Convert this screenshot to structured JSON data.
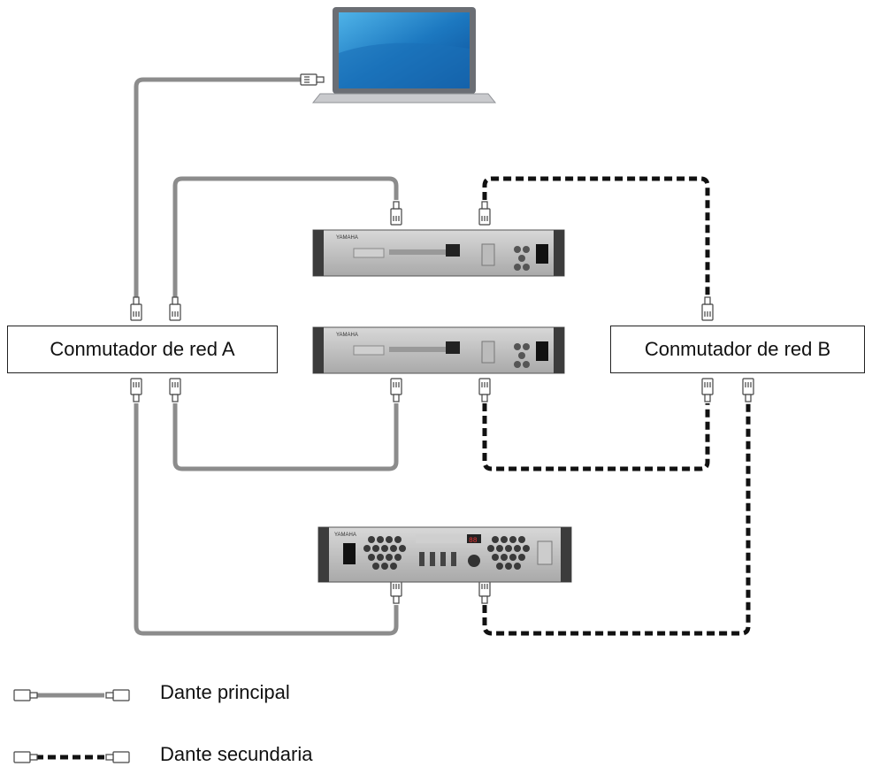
{
  "switches": {
    "a": {
      "label": "Conmutador de red A"
    },
    "b": {
      "label": "Conmutador de red B"
    }
  },
  "devices": {
    "rack_top": {
      "brand": "YAMAHA"
    },
    "rack_middle": {
      "brand": "YAMAHA"
    },
    "amplifier": {
      "brand": "YAMAHA",
      "display": "88"
    }
  },
  "legend": {
    "primary": {
      "label": "Dante principal",
      "style": "solid",
      "color": "#8c8c8c"
    },
    "secondary": {
      "label": "Dante secundaria",
      "style": "dashed",
      "color": "#111111"
    }
  },
  "icons": [
    "laptop-icon",
    "ethernet-plug-icon",
    "rack-unit-icon",
    "amplifier-icon"
  ]
}
